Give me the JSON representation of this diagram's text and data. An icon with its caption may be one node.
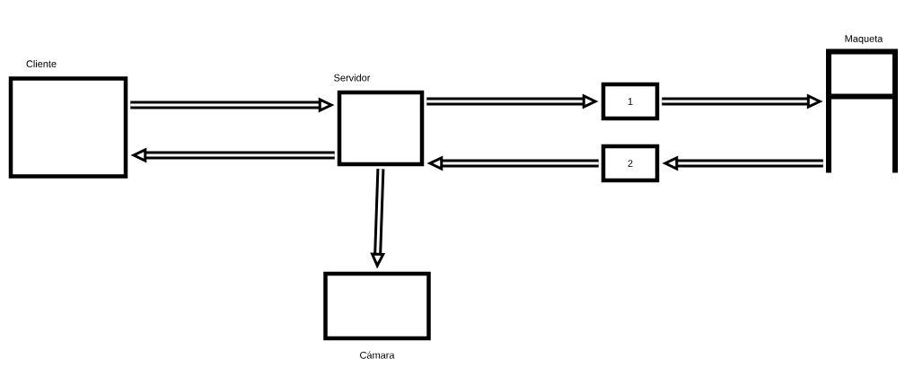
{
  "diagram": {
    "nodes": [
      {
        "text": [
          "Cliente"
        ]
      },
      {
        "text": [
          "Servidor"
        ]
      },
      {
        "text": [
          "1"
        ]
      },
      {
        "text": [
          "2"
        ]
      },
      {
        "text": [
          "Maqueta"
        ]
      },
      {
        "text": [
          "Cámara"
        ]
      }
    ],
    "edges": [
      {
        "from": 0,
        "to": 1,
        "arrow": "to"
      },
      {
        "from": 1,
        "to": 0,
        "arrow": "to"
      },
      {
        "from": 1,
        "to": 2,
        "arrow": "to"
      },
      {
        "from": 3,
        "to": 1,
        "arrow": "to"
      },
      {
        "from": 2,
        "to": 4,
        "arrow": "to"
      },
      {
        "from": 4,
        "to": 3,
        "arrow": "to"
      },
      {
        "from": 1,
        "to": 5,
        "arrow": "to"
      }
    ]
  }
}
